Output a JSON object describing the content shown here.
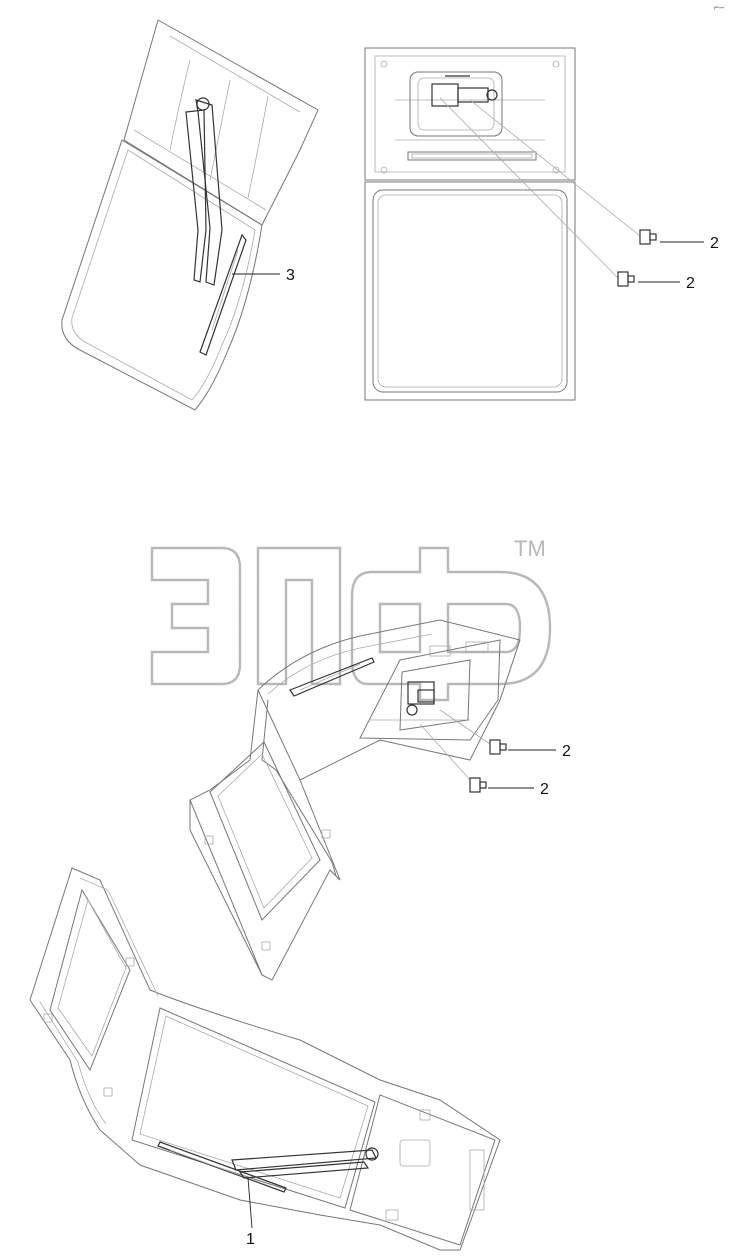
{
  "watermark": {
    "text": "ЭПф",
    "trademark": "TM"
  },
  "callouts": [
    {
      "id": "top-left-wiper-arm",
      "label": "3"
    },
    {
      "id": "top-right-bolt-upper",
      "label": "2"
    },
    {
      "id": "top-right-bolt-lower",
      "label": "2"
    },
    {
      "id": "middle-bolt-upper",
      "label": "2"
    },
    {
      "id": "middle-bolt-lower",
      "label": "2"
    },
    {
      "id": "bottom-wiper-blade",
      "label": "1"
    }
  ],
  "corner_mark": "⌐–"
}
